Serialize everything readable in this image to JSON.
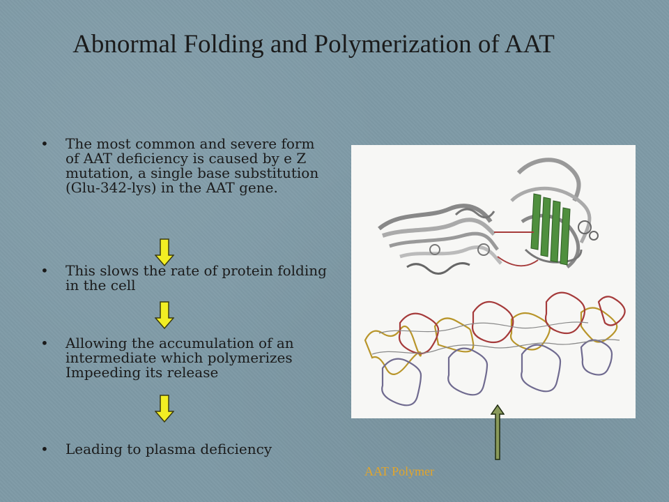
{
  "slide": {
    "title": "Abnormal Folding and Polymerization of AAT",
    "bullets": [
      {
        "marker": "•",
        "text": "The most common and severe form of AAT deficiency is caused by e Z mutation, a single base substitution (Glu-342-lys) in the AAT gene."
      },
      {
        "marker": "•",
        "text": "This slows the rate of protein folding in the cell"
      },
      {
        "marker": "•",
        "text": "Allowing the accumulation of an intermediate which polymerizes Impeeding its release"
      },
      {
        "marker": "•",
        "text": "Leading to plasma deficiency"
      }
    ],
    "figure_caption": "AAT Polymer"
  },
  "colors": {
    "background": "#7e9aa6",
    "arrow_fill": "#f2ee23",
    "up_arrow_fill": "#8a9a5b",
    "caption": "#e2a52b",
    "chain_green": "#4f8f3e",
    "chain_gold": "#b8952a",
    "chain_red": "#a53a3a",
    "chain_purple": "#6f6a8f"
  },
  "icons": {
    "down_arrow": "arrow-down-icon",
    "up_arrow": "arrow-up-icon"
  }
}
